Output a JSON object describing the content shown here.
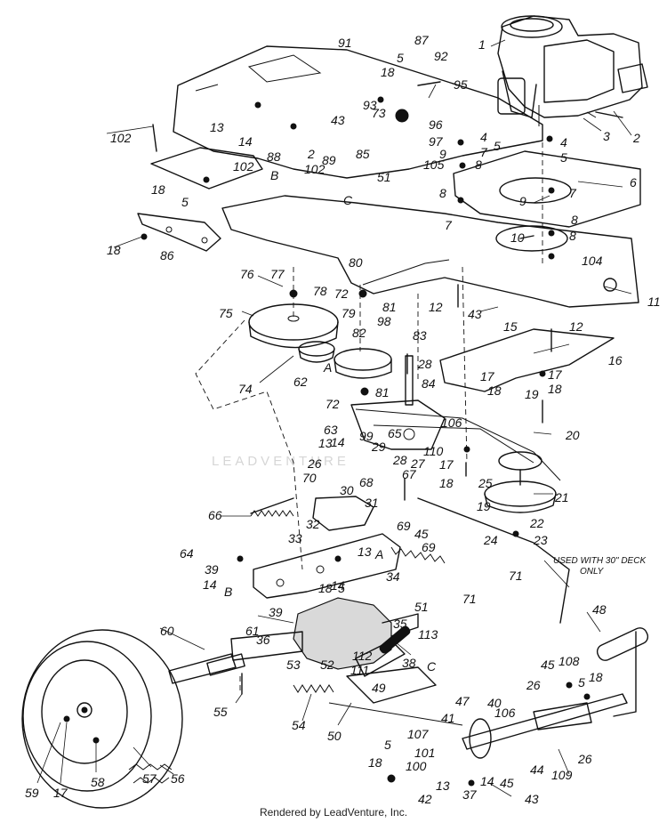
{
  "diagram": {
    "footer": "Rendered by LeadVenture, Inc.",
    "watermark": "LEADVENTURE",
    "note_lines": [
      "USED WITH 30\" DECK",
      "ONLY"
    ],
    "callouts": [
      {
        "label": "1"
      },
      {
        "label": "2"
      },
      {
        "label": "3"
      },
      {
        "label": "4"
      },
      {
        "label": "5"
      },
      {
        "label": "4"
      },
      {
        "label": "5"
      },
      {
        "label": "7"
      },
      {
        "label": "6"
      },
      {
        "label": "7"
      },
      {
        "label": "9"
      },
      {
        "label": "8"
      },
      {
        "label": "9"
      },
      {
        "label": "8"
      },
      {
        "label": "8"
      },
      {
        "label": "7"
      },
      {
        "label": "10"
      },
      {
        "label": "8"
      },
      {
        "label": "104"
      },
      {
        "label": "11"
      },
      {
        "label": "91"
      },
      {
        "label": "87"
      },
      {
        "label": "92"
      },
      {
        "label": "5"
      },
      {
        "label": "18"
      },
      {
        "label": "95"
      },
      {
        "label": "93"
      },
      {
        "label": "73"
      },
      {
        "label": "43"
      },
      {
        "label": "96"
      },
      {
        "label": "97"
      },
      {
        "label": "2"
      },
      {
        "label": "85"
      },
      {
        "label": "105"
      },
      {
        "label": "89"
      },
      {
        "label": "102"
      },
      {
        "label": "51"
      },
      {
        "label": "C"
      },
      {
        "label": "13"
      },
      {
        "label": "14"
      },
      {
        "label": "88"
      },
      {
        "label": "102"
      },
      {
        "label": "102"
      },
      {
        "label": "B"
      },
      {
        "label": "18"
      },
      {
        "label": "5"
      },
      {
        "label": "18"
      },
      {
        "label": "86"
      },
      {
        "label": "12"
      },
      {
        "label": "43"
      },
      {
        "label": "15"
      },
      {
        "label": "12"
      },
      {
        "label": "16"
      },
      {
        "label": "80"
      },
      {
        "label": "76"
      },
      {
        "label": "77"
      },
      {
        "label": "78"
      },
      {
        "label": "72"
      },
      {
        "label": "81"
      },
      {
        "label": "79"
      },
      {
        "label": "98"
      },
      {
        "label": "75"
      },
      {
        "label": "82"
      },
      {
        "label": "83"
      },
      {
        "label": "74"
      },
      {
        "label": "62"
      },
      {
        "label": "A"
      },
      {
        "label": "28"
      },
      {
        "label": "81"
      },
      {
        "label": "72"
      },
      {
        "label": "84"
      },
      {
        "label": "17"
      },
      {
        "label": "18"
      },
      {
        "label": "17"
      },
      {
        "label": "19"
      },
      {
        "label": "18"
      },
      {
        "label": "20"
      },
      {
        "label": "106"
      },
      {
        "label": "63"
      },
      {
        "label": "99"
      },
      {
        "label": "65"
      },
      {
        "label": "14"
      },
      {
        "label": "13"
      },
      {
        "label": "29"
      },
      {
        "label": "110"
      },
      {
        "label": "28"
      },
      {
        "label": "27"
      },
      {
        "label": "26"
      },
      {
        "label": "17"
      },
      {
        "label": "67"
      },
      {
        "label": "70"
      },
      {
        "label": "30"
      },
      {
        "label": "68"
      },
      {
        "label": "18"
      },
      {
        "label": "25"
      },
      {
        "label": "21"
      },
      {
        "label": "31"
      },
      {
        "label": "19"
      },
      {
        "label": "66"
      },
      {
        "label": "32"
      },
      {
        "label": "69"
      },
      {
        "label": "45"
      },
      {
        "label": "22"
      },
      {
        "label": "69"
      },
      {
        "label": "24"
      },
      {
        "label": "23"
      },
      {
        "label": "33"
      },
      {
        "label": "13"
      },
      {
        "label": "A"
      },
      {
        "label": "64"
      },
      {
        "label": "39"
      },
      {
        "label": "14"
      },
      {
        "label": "14"
      },
      {
        "label": "34"
      },
      {
        "label": "71"
      },
      {
        "label": "71"
      },
      {
        "label": "B"
      },
      {
        "label": "18"
      },
      {
        "label": "5"
      },
      {
        "label": "39"
      },
      {
        "label": "51"
      },
      {
        "label": "48"
      },
      {
        "label": "60"
      },
      {
        "label": "61"
      },
      {
        "label": "35"
      },
      {
        "label": "113"
      },
      {
        "label": "36"
      },
      {
        "label": "53"
      },
      {
        "label": "112"
      },
      {
        "label": "52"
      },
      {
        "label": "111"
      },
      {
        "label": "38"
      },
      {
        "label": "C"
      },
      {
        "label": "45"
      },
      {
        "label": "108"
      },
      {
        "label": "18"
      },
      {
        "label": "5"
      },
      {
        "label": "26"
      },
      {
        "label": "55"
      },
      {
        "label": "54"
      },
      {
        "label": "49"
      },
      {
        "label": "47"
      },
      {
        "label": "40"
      },
      {
        "label": "41"
      },
      {
        "label": "106"
      },
      {
        "label": "50"
      },
      {
        "label": "107"
      },
      {
        "label": "101"
      },
      {
        "label": "44"
      },
      {
        "label": "26"
      },
      {
        "label": "5"
      },
      {
        "label": "14"
      },
      {
        "label": "100"
      },
      {
        "label": "45"
      },
      {
        "label": "109"
      },
      {
        "label": "18"
      },
      {
        "label": "13"
      },
      {
        "label": "37"
      },
      {
        "label": "42"
      },
      {
        "label": "43"
      },
      {
        "label": "59"
      },
      {
        "label": "17"
      },
      {
        "label": "58"
      },
      {
        "label": "57"
      },
      {
        "label": "56"
      }
    ]
  }
}
